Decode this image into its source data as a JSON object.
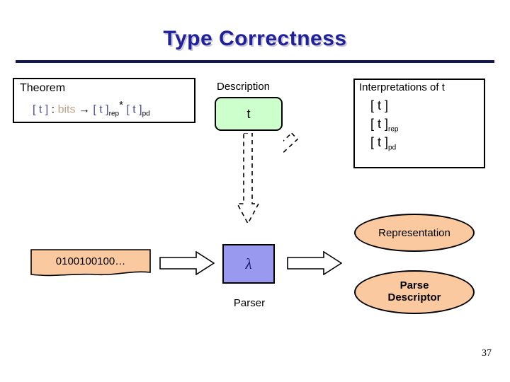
{
  "slide": {
    "title": "Type Correctness",
    "page_number": "37",
    "title_color": "#21219c",
    "rule_color": "#151552"
  },
  "theorem": {
    "heading": "Theorem",
    "formula": {
      "lhs_bracket_open": "[ t ]",
      "colon": " : ",
      "bits": "bits",
      "arrow": "→",
      "term_rep": "[ t ]",
      "sub_rep": "rep",
      "star": "*",
      "term_pd": "[ t ]",
      "sub_pd": "pd",
      "full_text": "[ t ] : bits → [ t ]rep * [ t ]pd"
    },
    "colors": {
      "term": "#4a4a9e",
      "bits": "#bda389"
    }
  },
  "columns": {
    "description_label": "Description",
    "interpretations_label": "Interpretations of t"
  },
  "description": {
    "box_text": "t",
    "box_fill": "#ccffcc"
  },
  "interpretations": {
    "items": [
      {
        "term": "[ t ]",
        "sub": ""
      },
      {
        "term": "[ t ]",
        "sub": "rep"
      },
      {
        "term": "[ t ]",
        "sub": "pd"
      }
    ]
  },
  "pipeline": {
    "bitstring": "0100100100…",
    "bitstring_fill": "#fac9a0",
    "parser_glyph": "λ",
    "parser_label": "Parser",
    "parser_fill": "#9999f0",
    "representation": "Representation",
    "parse_descriptor_line1": "Parse",
    "parse_descriptor_line2": "Descriptor",
    "ellipse_fill": "#fac9a0"
  }
}
